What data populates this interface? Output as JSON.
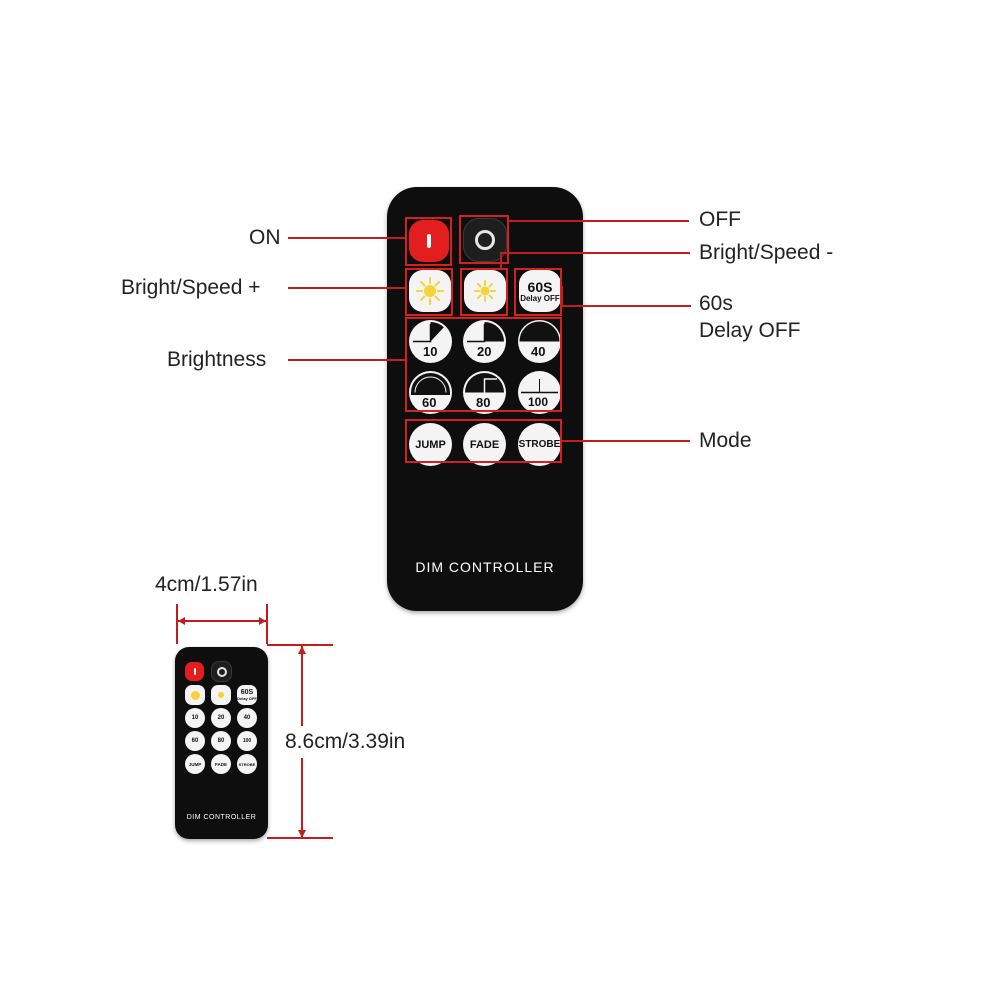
{
  "callouts": {
    "on": "ON",
    "off": "OFF",
    "bright_speed_minus": "Bright/Speed -",
    "bright_speed_plus": "Bright/Speed +",
    "delay_line1": "60s",
    "delay_line2": "Delay OFF",
    "brightness": "Brightness",
    "mode": "Mode"
  },
  "remote": {
    "title": "DIM CONTROLLER",
    "delay_button": {
      "main": "60S",
      "sub": "Delay OFF"
    },
    "brightness_levels": [
      "10",
      "20",
      "40",
      "60",
      "80",
      "100"
    ],
    "mode_buttons": [
      "JUMP",
      "FADE",
      "STROBE"
    ]
  },
  "dimensions": {
    "width": "4cm/1.57in",
    "height": "8.6cm/3.39in"
  },
  "colors": {
    "remote_body": "#0e0e0e",
    "on_button": "#e21e1e",
    "callout_line": "#c41c1c",
    "button_face": "#f4f4f4",
    "sun_icon": "#f7d23a"
  }
}
